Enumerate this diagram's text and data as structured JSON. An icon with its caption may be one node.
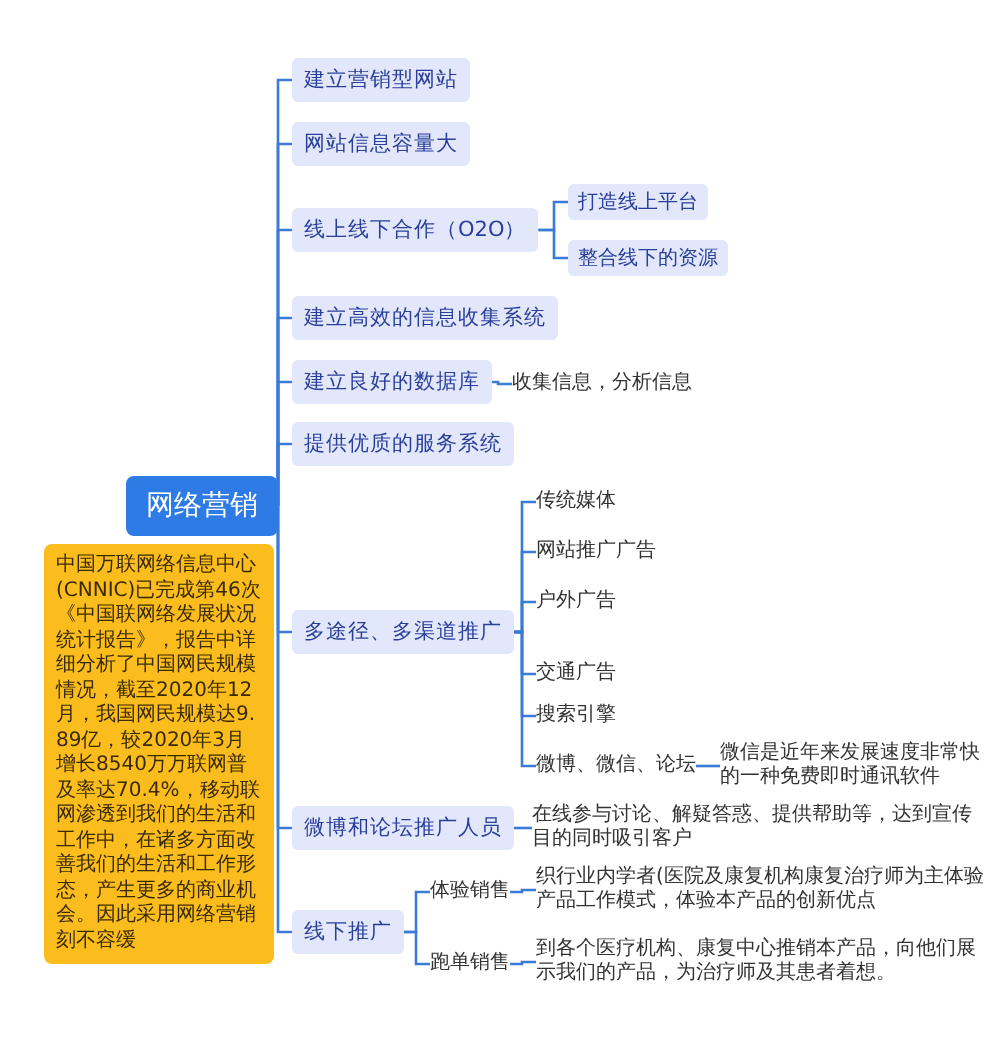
{
  "diagram": {
    "nodes": [
      {
        "text": [
          "网络营销"
        ]
      },
      {
        "text": [
          "建立营销型网站"
        ]
      },
      {
        "text": [
          "网站信息容量大"
        ]
      },
      {
        "text": [
          "线上线下合作（O2O）"
        ]
      },
      {
        "text": [
          "打造线上平台"
        ]
      },
      {
        "text": [
          "整合线下的资源"
        ]
      },
      {
        "text": [
          "建立高效的信息收集系统"
        ]
      },
      {
        "text": [
          "建立良好的数据库"
        ]
      },
      {
        "text": [
          "收集信息，分析信息"
        ]
      },
      {
        "text": [
          "提供优质的服务系统"
        ]
      },
      {
        "text": [
          "多途径、多渠道推广"
        ]
      },
      {
        "text": [
          "传统媒体"
        ]
      },
      {
        "text": [
          "网站推广广告"
        ]
      },
      {
        "text": [
          "户外广告"
        ]
      },
      {
        "text": [
          "交通广告"
        ]
      },
      {
        "text": [
          "搜索引擎"
        ]
      },
      {
        "text": [
          "微博、微信、论坛"
        ]
      },
      {
        "text": [
          "微信是近年来发展速度非常快的一种免费即时通讯软件"
        ]
      },
      {
        "text": [
          "微博和论坛推广人员"
        ]
      },
      {
        "text": [
          "在线参与讨论、解疑答惑、提供帮助等，达到宣传目的同时吸引客户"
        ]
      },
      {
        "text": [
          "线下推广"
        ]
      },
      {
        "text": [
          "体验销售"
        ]
      },
      {
        "text": [
          "织行业内学者(医院及康复机构康复治疗师为主体验产品工作模式，体验本产品的创新优点"
        ]
      },
      {
        "text": [
          "跑单销售"
        ]
      },
      {
        "text": [
          "到各个医疗机构、康复中心推销本产品，向他们展示我们的产品，为治疗师及其患者着想。"
        ]
      },
      {
        "text": [
          "中国万联网络信息中心(CNNIC)已完成第46次《中国联网络发展状况统计报告》，报告中详细分析了中国网民规模情况，截至2020年12月，我国网民规模达9.89亿，较2020年3月增长8540万万联网普及率达70.4%，移动联网渗透到我们的生活和工作中，在诸多方面改善我们的生活和工作形态，产生更多的商业机会。因此采用网络营销刻不容缓"
        ]
      }
    ],
    "edges": [
      {
        "from": 0,
        "to": 1,
        "arrow": "none"
      },
      {
        "from": 0,
        "to": 2,
        "arrow": "none"
      },
      {
        "from": 0,
        "to": 3,
        "arrow": "none"
      },
      {
        "from": 3,
        "to": 4,
        "arrow": "none"
      },
      {
        "from": 3,
        "to": 5,
        "arrow": "none"
      },
      {
        "from": 0,
        "to": 6,
        "arrow": "none"
      },
      {
        "from": 0,
        "to": 7,
        "arrow": "none"
      },
      {
        "from": 7,
        "to": 8,
        "arrow": "none"
      },
      {
        "from": 0,
        "to": 9,
        "arrow": "none"
      },
      {
        "from": 0,
        "to": 10,
        "arrow": "none"
      },
      {
        "from": 10,
        "to": 11,
        "arrow": "none"
      },
      {
        "from": 10,
        "to": 12,
        "arrow": "none"
      },
      {
        "from": 10,
        "to": 13,
        "arrow": "none"
      },
      {
        "from": 10,
        "to": 14,
        "arrow": "none"
      },
      {
        "from": 10,
        "to": 15,
        "arrow": "none"
      },
      {
        "from": 10,
        "to": 16,
        "arrow": "none"
      },
      {
        "from": 16,
        "to": 17,
        "arrow": "none"
      },
      {
        "from": 0,
        "to": 18,
        "arrow": "none"
      },
      {
        "from": 18,
        "to": 19,
        "arrow": "none"
      },
      {
        "from": 0,
        "to": 20,
        "arrow": "none"
      },
      {
        "from": 20,
        "to": 21,
        "arrow": "none"
      },
      {
        "from": 21,
        "to": 22,
        "arrow": "none"
      },
      {
        "from": 20,
        "to": 23,
        "arrow": "none"
      },
      {
        "from": 23,
        "to": 24,
        "arrow": "none"
      }
    ]
  }
}
